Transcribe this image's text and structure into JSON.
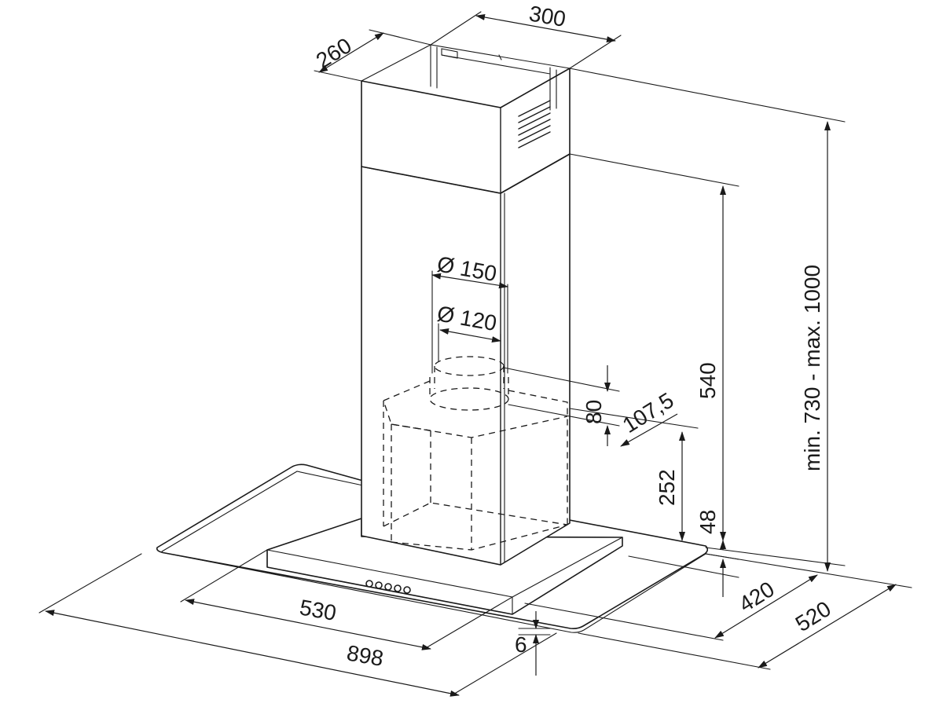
{
  "dimensions": {
    "d260": "260",
    "d300": "300",
    "d150": "Ø 150",
    "d120": "Ø 120",
    "d540": "540",
    "d730_1000": "min. 730 - max. 1000",
    "d80": "80",
    "d107_5": "107,5",
    "d252": "252",
    "d48": "48",
    "d420": "420",
    "d520": "520",
    "d530": "530",
    "d898": "898",
    "d6": "6"
  },
  "icons": {
    "arrowhead": "arrowhead-icon",
    "vent_grille": "vent-grille-icon",
    "control_button": "control-button-icon"
  },
  "colors": {
    "line": "#1a1a1a",
    "background": "#ffffff"
  }
}
